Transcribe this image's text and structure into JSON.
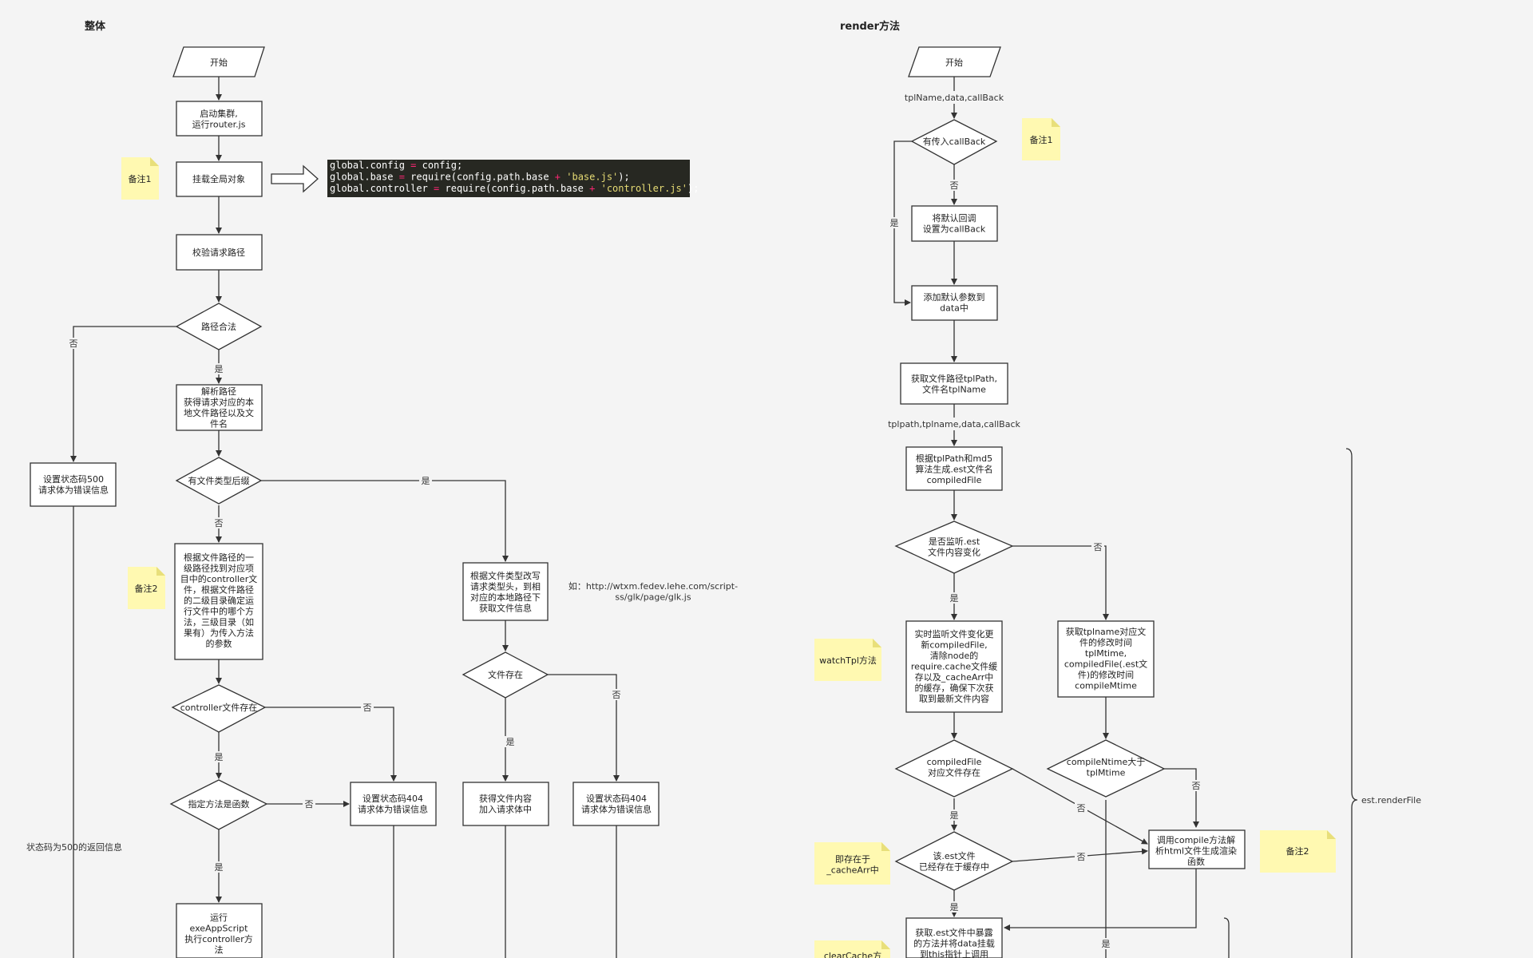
{
  "titles": {
    "left": "整体",
    "right": "render方法"
  },
  "left": {
    "start": "开始",
    "start_cluster": [
      "启动集群,",
      "运行router.js"
    ],
    "mount_global": "挂载全局对象",
    "check_path": "校验请求路径",
    "path_valid": "路径合法",
    "parse_path": [
      "解析路径",
      "获得请求对应的本",
      "地文件路径以及文",
      "件名"
    ],
    "set_500": [
      "设置状态码500",
      "请求体为错误信息"
    ],
    "has_ext": "有文件类型后缀",
    "find_controller": [
      "根据文件路径的一",
      "级路径找到对应项",
      "目中的controller文",
      "件，根据文件路径",
      "的二级目录确定运",
      "行文件中的哪个方",
      "法，三级目录（如",
      "果有）为传入方法",
      "的参数"
    ],
    "change_header": [
      "根据文件类型改写",
      "请求类型头，到相",
      "对应的本地路径下",
      "获取文件信息"
    ],
    "controller_exists": "controller文件存在",
    "file_exists": "文件存在",
    "method_is_fn": "指定方法是函数",
    "set_404_a": [
      "设置状态码404",
      "请求体为错误信息"
    ],
    "get_content": [
      "获得文件内容",
      "加入请求体中"
    ],
    "set_404_b": [
      "设置状态码404",
      "请求体为错误信息"
    ],
    "run_exe": [
      "运行",
      "exeAppScript",
      "执行controller方",
      "法"
    ],
    "note1": "备注1",
    "note2": "备注2",
    "status500_info": "状态码为500的返回信息",
    "example_url": [
      "如：http://wtxm.fedev.lehe.com/script-",
      "ss/glk/page/glk.js"
    ],
    "code": [
      [
        [
          "global.config",
          "#ffffff"
        ],
        [
          " = ",
          "#f92672"
        ],
        [
          "config;",
          "#ffffff"
        ]
      ],
      [
        [
          "global.base",
          "#ffffff"
        ],
        [
          " = ",
          "#f92672"
        ],
        [
          "require(config.path.base ",
          "#ffffff"
        ],
        [
          "+ ",
          "#f92672"
        ],
        [
          "'base.js'",
          "#e6db74"
        ],
        [
          ");",
          "#ffffff"
        ]
      ],
      [
        [
          "global.controller",
          "#ffffff"
        ],
        [
          " = ",
          "#f92672"
        ],
        [
          "require(config.path.base ",
          "#ffffff"
        ],
        [
          "+ ",
          "#f92672"
        ],
        [
          "'controller.js'",
          "#e6db74"
        ],
        [
          ");",
          "#ffffff"
        ]
      ]
    ]
  },
  "right": {
    "start": "开始",
    "params1": "tplName,data,callBack",
    "has_callback": "有传入callBack",
    "set_default_cb": [
      "将默认回调",
      "设置为callBack"
    ],
    "add_default_params": [
      "添加默认参数到",
      "data中"
    ],
    "get_path": [
      "获取文件路径tplPath,",
      "文件名tplName"
    ],
    "params2": "tplpath,tplname,data,callBack",
    "gen_est": [
      "根据tplPath和md5",
      "算法生成.est文件名",
      "compiledFile"
    ],
    "watch_est": [
      "是否监听.est",
      "文件内容变化"
    ],
    "realtime_watch": [
      "实时监听文件变化更",
      "新compiledFile,",
      "清除node的",
      "require.cache文件缓",
      "存以及_cacheArr中",
      "的缓存，确保下次获",
      "取到最新文件内容"
    ],
    "get_mtime": [
      "获取tplname对应文",
      "件的修改时间",
      "tplMtime,",
      "compiledFile(.est文",
      "件)的修改时间",
      "compileMtime"
    ],
    "compiled_exists": [
      "compiledFile",
      "对应文件存在"
    ],
    "compile_newer": [
      "compileNtime大于",
      "tplMtime"
    ],
    "est_cached": [
      "该.est文件",
      "已经存在于缓存中"
    ],
    "call_compile": [
      "调用compile方法解",
      "析html文件生成渲染",
      "函数"
    ],
    "get_exposed": [
      "获取.est文件中暴露",
      "的方法并将data挂载",
      "到this指针上调用"
    ],
    "note1": "备注1",
    "note2": "备注2",
    "watchtpl": "watchTpl方法",
    "cache_arr": [
      "即存在于",
      "_cacheArr中"
    ],
    "clearcache": "clearCache方",
    "brace_label": "est.renderFile"
  },
  "edge_labels": {
    "yes": "是",
    "no": "否"
  }
}
